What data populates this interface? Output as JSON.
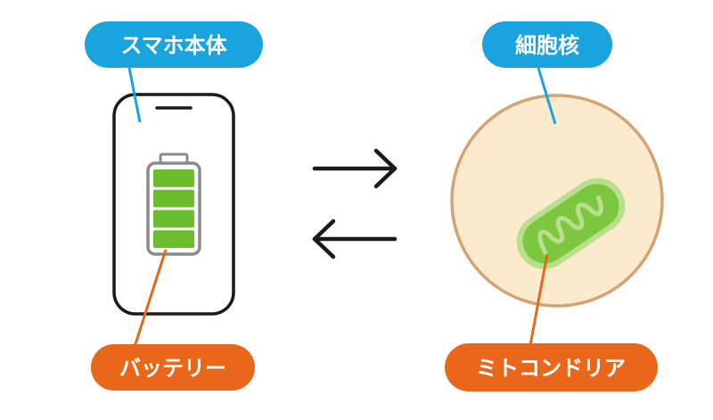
{
  "labels": {
    "phone": "スマホ本体",
    "battery": "バッテリー",
    "nucleus": "細胞核",
    "mitochondria": "ミトコンドリア"
  },
  "colors": {
    "blue": "#1aa4dd",
    "orange": "#e8671b",
    "outline": "#1a1a1a",
    "battery_frame": "#8a8a8a",
    "battery_fill": "#6cbd2e",
    "cell_fill": "#fbeacc",
    "cell_stroke": "#d4a374",
    "mito_fill": "#7cc640",
    "mito_glow": "#a8dc7c",
    "mito_crista": "#b8e08c"
  },
  "battery_level": 1.0,
  "battery_segments": 4
}
